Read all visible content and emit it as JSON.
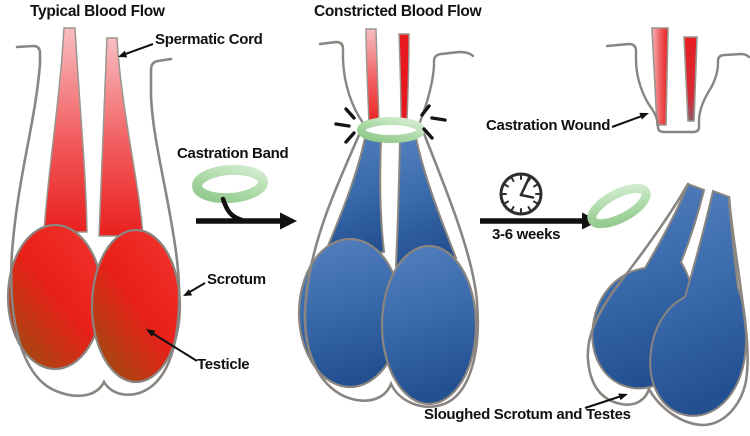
{
  "figure": {
    "titles": {
      "typical": "Typical Blood Flow",
      "constricted": "Constricted Blood Flow"
    },
    "labels": {
      "spermatic_cord": "Spermatic Cord",
      "castration_band": "Castration Band",
      "scrotum": "Scrotum",
      "testicle": "Testicle",
      "castration_wound": "Castration Wound",
      "duration": "3-6 weeks",
      "sloughed": "Sloughed Scrotum and Testes"
    },
    "icons": {
      "clock": "clock-icon",
      "band": "elastrator-band-icon"
    },
    "colors": {
      "healthy_blood_red": "#E8211C",
      "congested_blue": "#3A6BAC",
      "band_green": "#A8D8A2",
      "outline_gray": "#8A8580",
      "text": "#111111",
      "background": "#FFFFFF"
    }
  }
}
